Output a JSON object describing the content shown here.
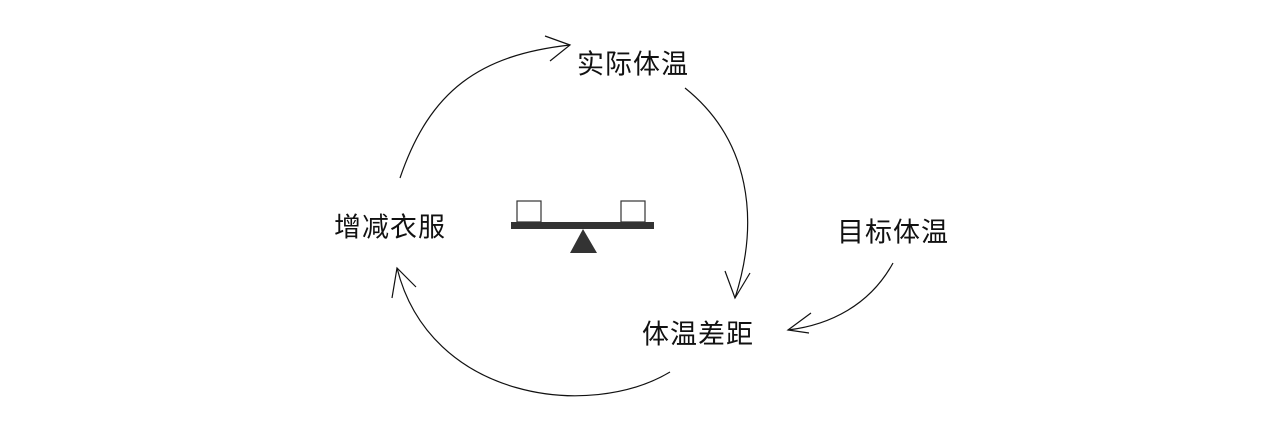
{
  "diagram": {
    "nodes": {
      "actual_temp": "实际体温",
      "clothing": "增减衣服",
      "target_temp": "目标体温",
      "temp_gap": "体温差距"
    },
    "center_icon": "balance-seesaw-icon",
    "colors": {
      "line": "#111111",
      "seesaw": "#333333"
    }
  }
}
